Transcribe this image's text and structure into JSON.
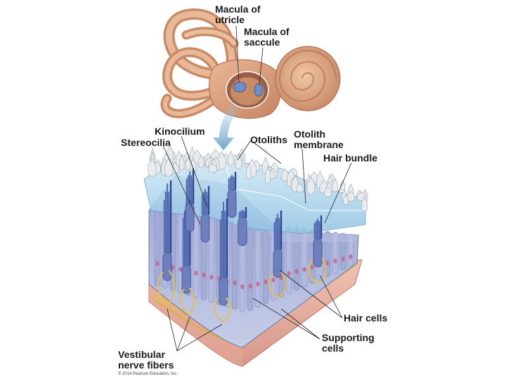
{
  "labels": {
    "macula_utricle": [
      "Macula of",
      "utricle"
    ],
    "macula_saccule": [
      "Macula of",
      "saccule"
    ],
    "kinocilium": "Kinocilium",
    "stereocilia": "Stereocilia",
    "otoliths": "Otoliths",
    "otolith_membrane": [
      "Otolith",
      "membrane"
    ],
    "hair_bundle": "Hair bundle",
    "hair_cells": "Hair cells",
    "supporting_cells": [
      "Supporting",
      "cells"
    ],
    "vestibular_nerve_fibers": [
      "Vestibular",
      "nerve fibers"
    ]
  },
  "copyright": "© 2014 Pearson Education, Inc.",
  "colors": {
    "ear_tissue": "#d9a07a",
    "ear_shadow": "#b97a55",
    "membrane": "#a9d4ec",
    "otolith": "#e8ecef",
    "cell_body": "#a8b2d6",
    "cell_shadow": "#7f8bbd",
    "base_tissue": "#e7b3a3",
    "nerve": "#e3c04a",
    "nucleus": "#d05a8c"
  },
  "icons": [
    "inner-ear-illustration",
    "down-arrow-icon",
    "otolith-crystals",
    "hair-cell-bundles",
    "nerve-fibers"
  ]
}
